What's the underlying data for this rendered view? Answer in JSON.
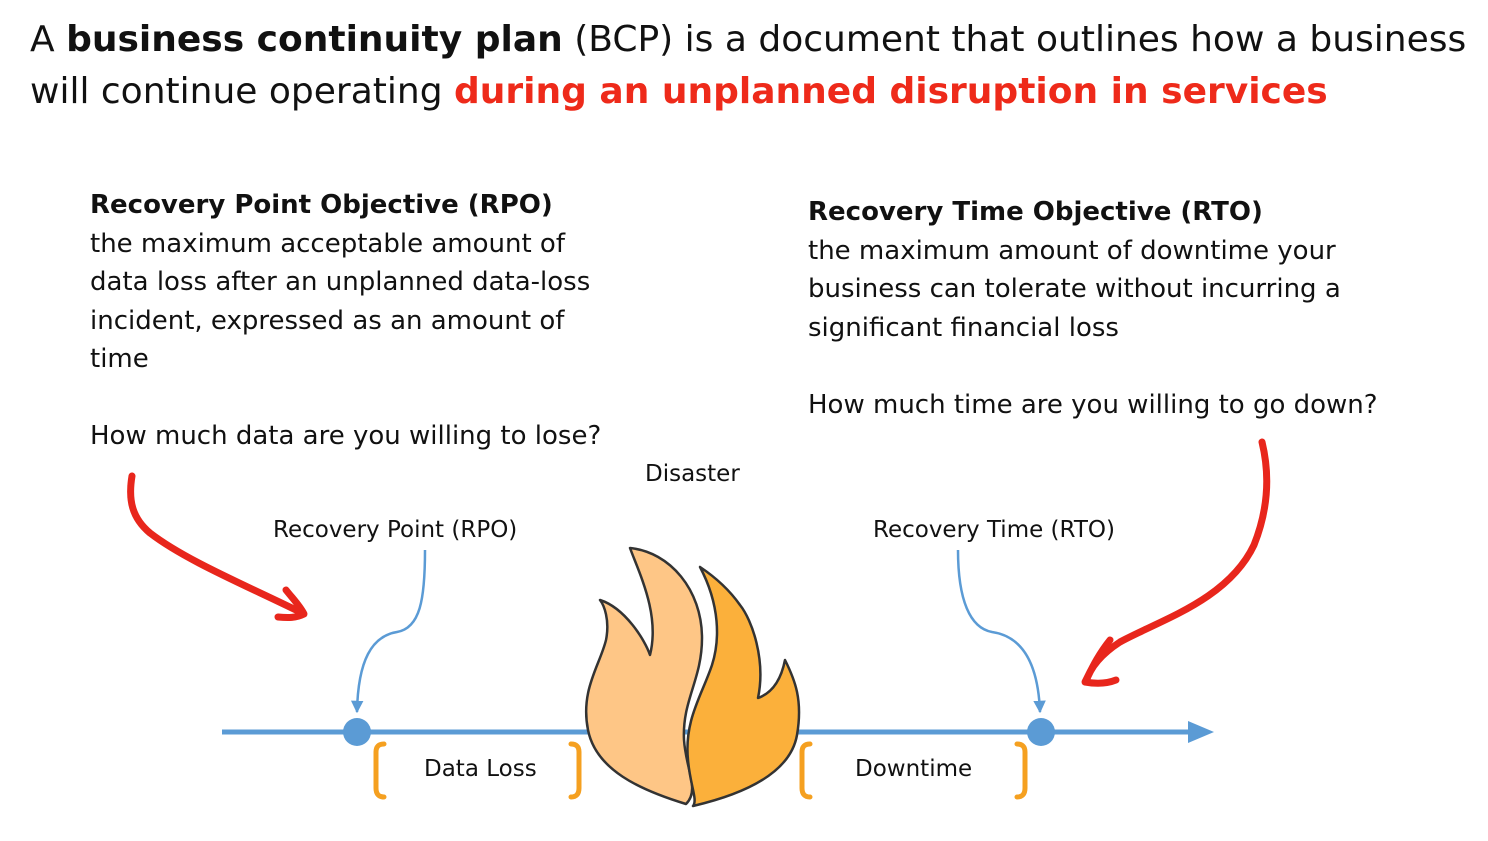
{
  "headline": {
    "prefix": "A ",
    "term": "business continuity plan",
    "middle": " (BCP) is a document that outlines how a business will continue operating ",
    "emphasis": "during an unplanned disruption in services"
  },
  "rpo": {
    "title": "Recovery Point Objective (RPO)",
    "description": "the maximum acceptable amount of data loss after an unplanned data-loss incident, expressed as an amount of time",
    "question": "How much data are you willing to lose?"
  },
  "rto": {
    "title": "Recovery Time Objective (RTO)",
    "description": "the maximum amount of downtime your business can tolerate without incurring a significant financial loss",
    "question": "How much time are you willing to go down?"
  },
  "diagram": {
    "disaster_label": "Disaster",
    "rpo_point_label": "Recovery Point (RPO)",
    "rto_point_label": "Recovery Time (RTO)",
    "data_loss_label": "Data Loss",
    "downtime_label": "Downtime"
  },
  "colors": {
    "timeline": "#5b9bd5",
    "annotation_arrow": "#e8261c",
    "bracket": "#f5a020",
    "flame_light": "#fec686",
    "flame_dark": "#fbb03b",
    "emphasis_text": "#ee2a1a"
  }
}
